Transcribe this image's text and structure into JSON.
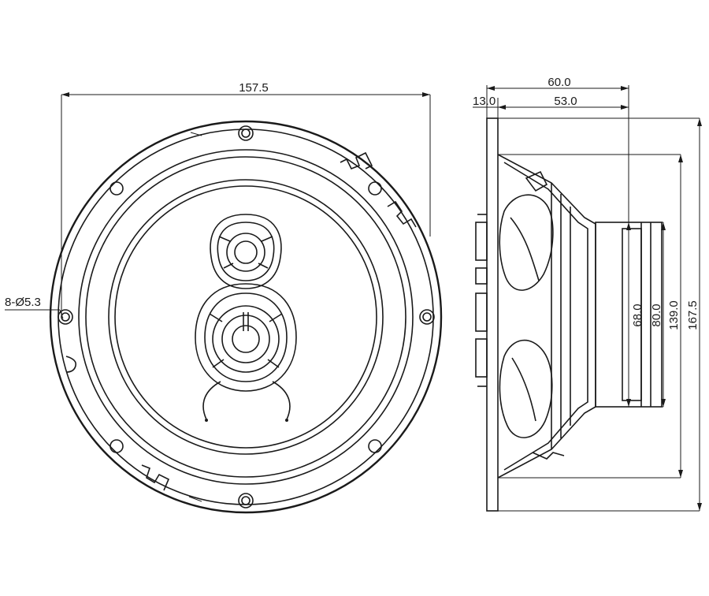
{
  "front_view": {
    "overall_width": "157.5",
    "mount_holes": "8-Ø5.3"
  },
  "side_view": {
    "total_depth": "60.0",
    "flange_depth": "13.0",
    "mount_depth": "53.0",
    "dia_68": "68.0",
    "dia_80": "80.0",
    "dia_139": "139.0",
    "dia_167": "167.5"
  }
}
